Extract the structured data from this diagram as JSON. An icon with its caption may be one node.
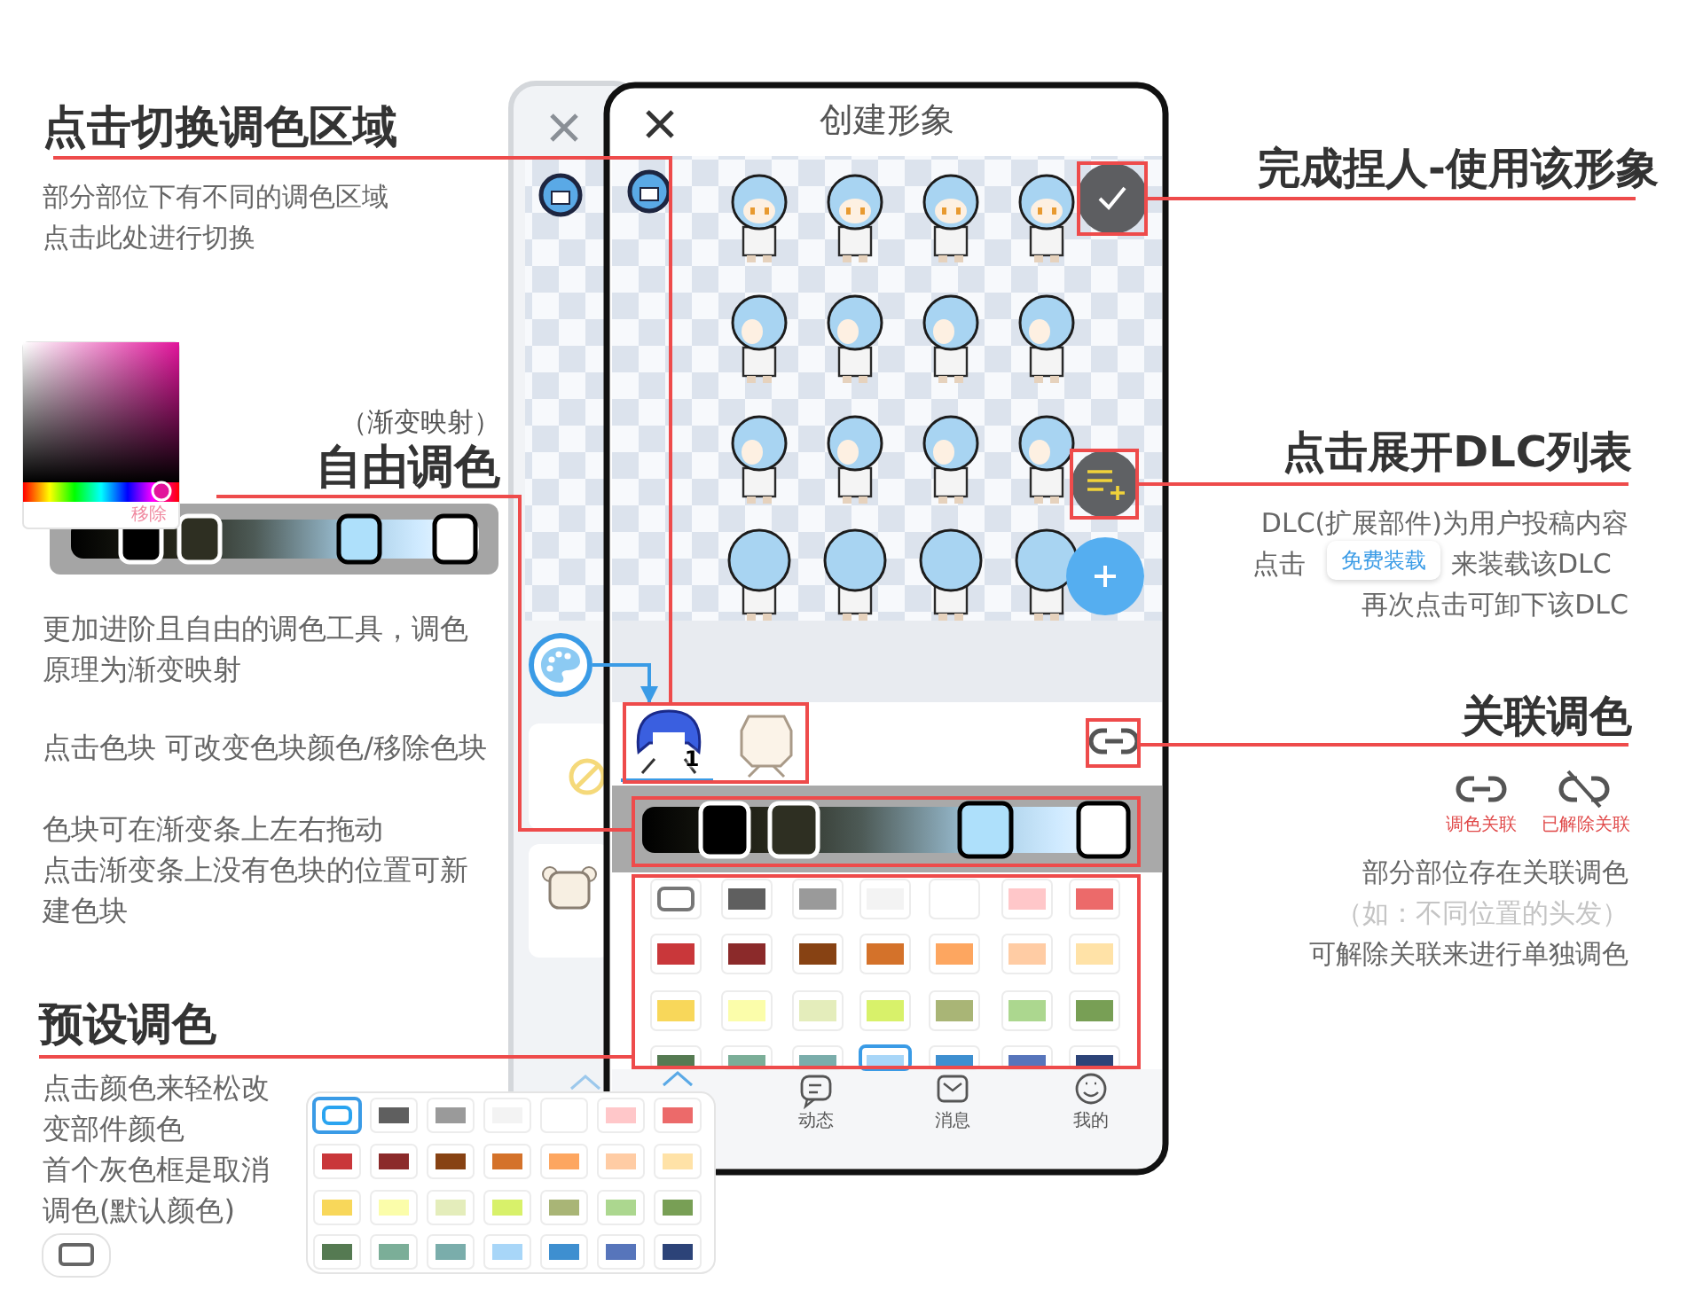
{
  "diagram": {
    "nodes": [
      {
        "text": [
          "点击切换调色区域"
        ],
        "beside": [
          "部分部位下有不同的调色区域点击此处进行切换"
        ]
      },
      {
        "text": [
          "完成捏人-使用该形象"
        ]
      },
      {
        "text": [],
        "shape": "box"
      },
      {
        "text": [
          "（渐变映射）",
          "自由调色"
        ],
        "beside": [
          "更加进阶且自由的调色工具，调色原理为渐变映射",
          "点击色块 可改变色块颜色/移除色块",
          "色块可在渐变条上左右拖动",
          "点击渐变条上没有色块的位置可新建色块"
        ]
      },
      {
        "text": [
          "点击展开DLC列表"
        ],
        "beside": [
          "DLC(扩展部件)为用户投稿内容",
          "点击",
          "免费装载",
          "来装载该DLC",
          "再次点击可卸下该DLC"
        ]
      },
      {
        "text": [],
        "shape": "box"
      },
      {
        "text": [],
        "shape": "circle"
      },
      {
        "text": [
          "关联调色"
        ],
        "beside": [
          "调色关联",
          "已解除关联",
          "部分部位存在关联调色",
          "（如：不同位置的头发）",
          "可解除关联来进行单独调色"
        ]
      },
      {
        "text": [],
        "shape": "box"
      },
      {
        "text": [],
        "shape": "box"
      },
      {
        "text": [],
        "shape": "box"
      },
      {
        "text": [
          "预设调色"
        ],
        "beside": [
          "点击颜色来轻松改变部件颜色",
          "首个灰色框是取消调色(默认颜色)"
        ]
      },
      {
        "text": [],
        "shape": "box"
      }
    ],
    "edges": [
      {
        "from": 0,
        "to": 8,
        "arrow": "none"
      },
      {
        "from": 1,
        "to": 2,
        "arrow": "none"
      },
      {
        "from": 3,
        "to": 10,
        "arrow": "none"
      },
      {
        "from": 4,
        "to": 5,
        "arrow": "none"
      },
      {
        "from": 7,
        "to": 9,
        "arrow": "none"
      },
      {
        "from": 11,
        "to": 12,
        "arrow": "none"
      },
      {
        "from": 6,
        "to": 8,
        "arrow": "to",
        "color": "#3a9be6"
      }
    ],
    "labels": [
      "创建形象",
      "移除",
      "1",
      "动态",
      "消息",
      "我的"
    ]
  }
}
